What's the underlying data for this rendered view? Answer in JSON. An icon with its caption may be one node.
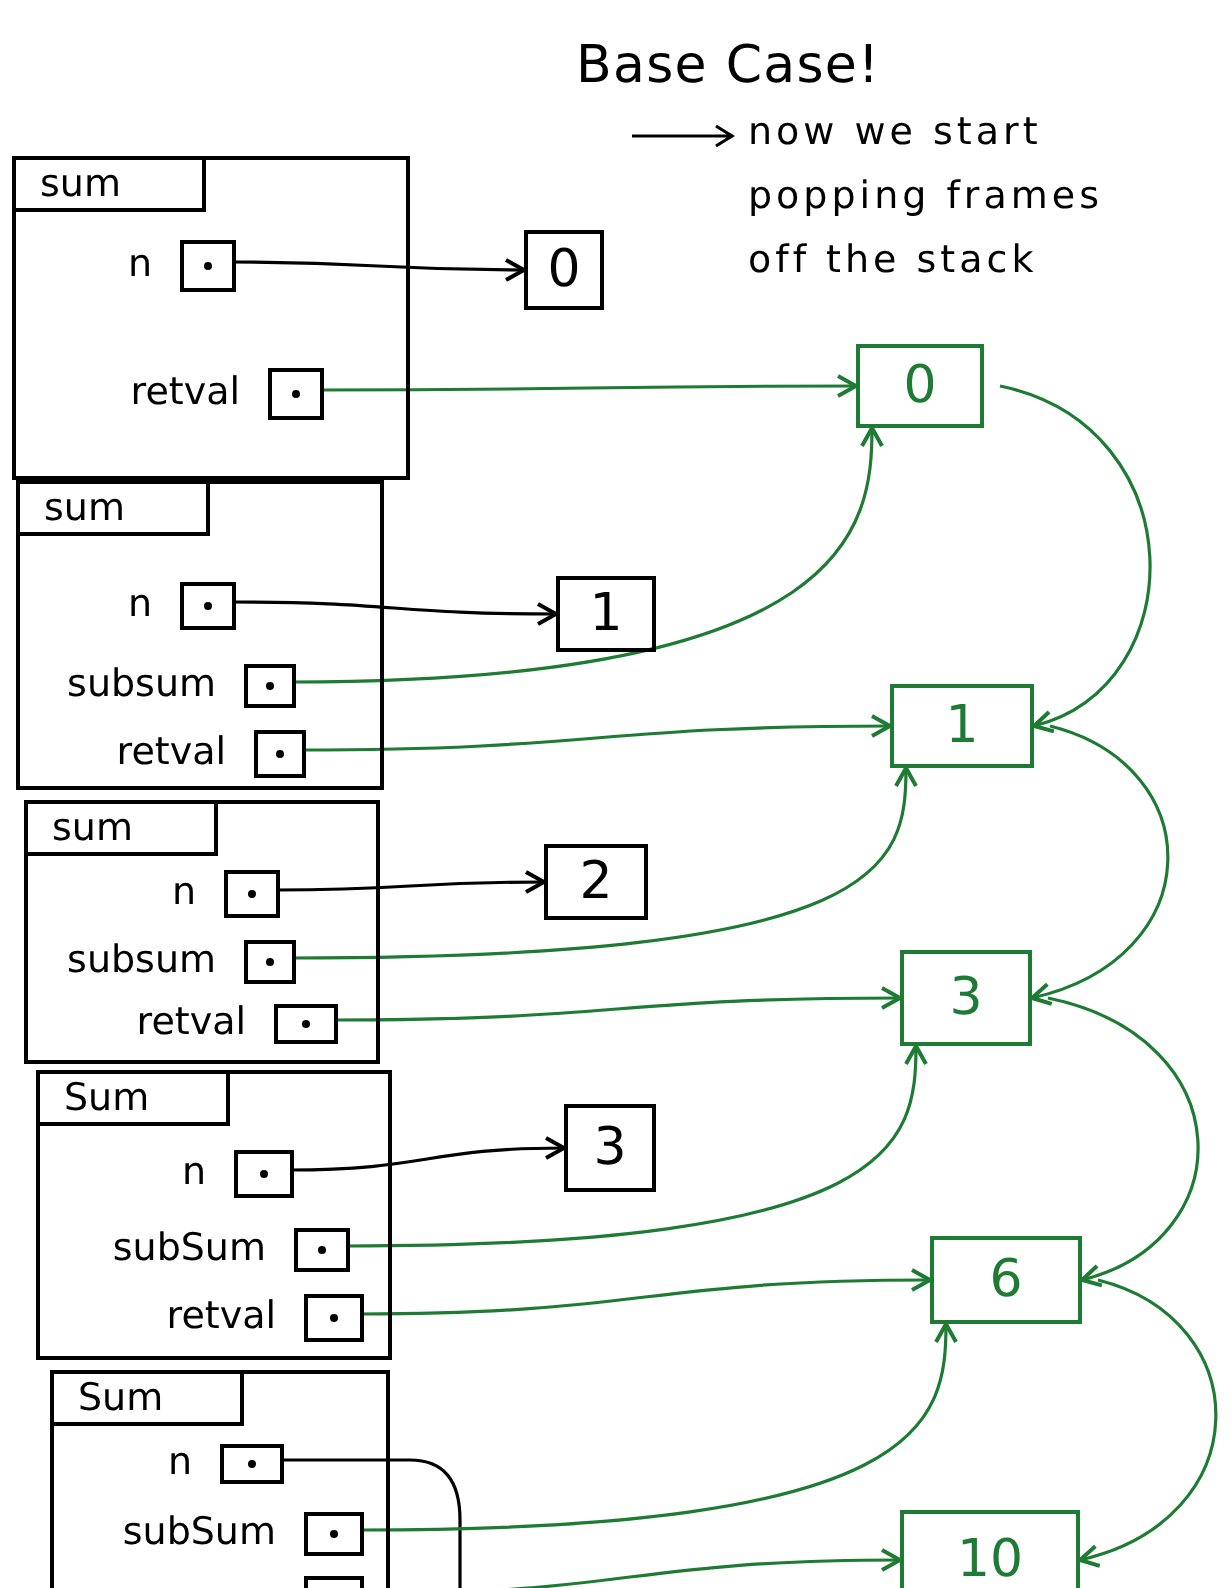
{
  "diagram": {
    "title": "Base Case!",
    "nodes": [
      {
        "text": [
          "sum"
        ]
      },
      {
        "text": [],
        "shape": "box",
        "in": 0,
        "beside": [
          "n"
        ]
      },
      {
        "text": [],
        "shape": "box",
        "in": 0,
        "beside": [
          "retval"
        ]
      },
      {
        "text": [
          "0"
        ]
      },
      {
        "text": [
          "0"
        ]
      },
      {
        "text": [
          "sum"
        ]
      },
      {
        "text": [],
        "shape": "box",
        "in": 5,
        "beside": [
          "n"
        ]
      },
      {
        "text": [],
        "shape": "box",
        "in": 5,
        "beside": [
          "subsum"
        ]
      },
      {
        "text": [],
        "shape": "box",
        "in": 5,
        "beside": [
          "retval"
        ]
      },
      {
        "text": [
          "1"
        ]
      },
      {
        "text": [
          "1"
        ]
      },
      {
        "text": [
          "sum"
        ]
      },
      {
        "text": [],
        "shape": "box",
        "in": 11,
        "beside": [
          "n"
        ]
      },
      {
        "text": [],
        "shape": "box",
        "in": 11,
        "beside": [
          "subsum"
        ]
      },
      {
        "text": [],
        "shape": "box",
        "in": 11,
        "beside": [
          "retval"
        ]
      },
      {
        "text": [
          "2"
        ]
      },
      {
        "text": [
          "3"
        ]
      },
      {
        "text": [
          "Sum"
        ]
      },
      {
        "text": [],
        "shape": "box",
        "in": 17,
        "beside": [
          "n"
        ]
      },
      {
        "text": [],
        "shape": "box",
        "in": 17,
        "beside": [
          "subSum"
        ]
      },
      {
        "text": [],
        "shape": "box",
        "in": 17,
        "beside": [
          "retval"
        ]
      },
      {
        "text": [
          "3"
        ]
      },
      {
        "text": [
          "6"
        ]
      },
      {
        "text": [
          "Sum"
        ]
      },
      {
        "text": [],
        "shape": "box",
        "in": 23,
        "beside": [
          "n"
        ]
      },
      {
        "text": [],
        "shape": "box",
        "in": 23,
        "beside": [
          "subSum"
        ]
      },
      {
        "text": [],
        "shape": "box",
        "in": 23
      },
      {
        "text": [
          "10"
        ]
      }
    ],
    "edges": [
      {
        "from": 1,
        "to": 3,
        "arrow": "to",
        "color": "#000000"
      },
      {
        "from": 2,
        "to": 4,
        "arrow": "to"
      },
      {
        "from": 6,
        "to": 9,
        "arrow": "to",
        "color": "#000000"
      },
      {
        "from": 7,
        "to": 4,
        "arrow": "to"
      },
      {
        "from": 8,
        "to": 10,
        "arrow": "to"
      },
      {
        "from": 12,
        "to": 15,
        "arrow": "to",
        "color": "#000000"
      },
      {
        "from": 13,
        "to": 10,
        "arrow": "to"
      },
      {
        "from": 14,
        "to": 16,
        "arrow": "to"
      },
      {
        "from": 18,
        "to": 21,
        "arrow": "to",
        "color": "#000000"
      },
      {
        "from": 19,
        "to": 16,
        "arrow": "to"
      },
      {
        "from": 20,
        "to": 22,
        "arrow": "to"
      },
      {
        "from": 24,
        "to": null,
        "arrow": "none",
        "color": "#000000"
      },
      {
        "from": 25,
        "to": 22,
        "arrow": "to"
      },
      {
        "from": 26,
        "to": 27,
        "arrow": "to"
      },
      {
        "from": 4,
        "to": 10,
        "arrow": "to"
      },
      {
        "from": 10,
        "to": 16,
        "arrow": "to"
      },
      {
        "from": 16,
        "to": 22,
        "arrow": "to"
      },
      {
        "from": 22,
        "to": 27,
        "arrow": "to"
      }
    ],
    "labels": [
      "now we start popping frames off the stack"
    ]
  }
}
